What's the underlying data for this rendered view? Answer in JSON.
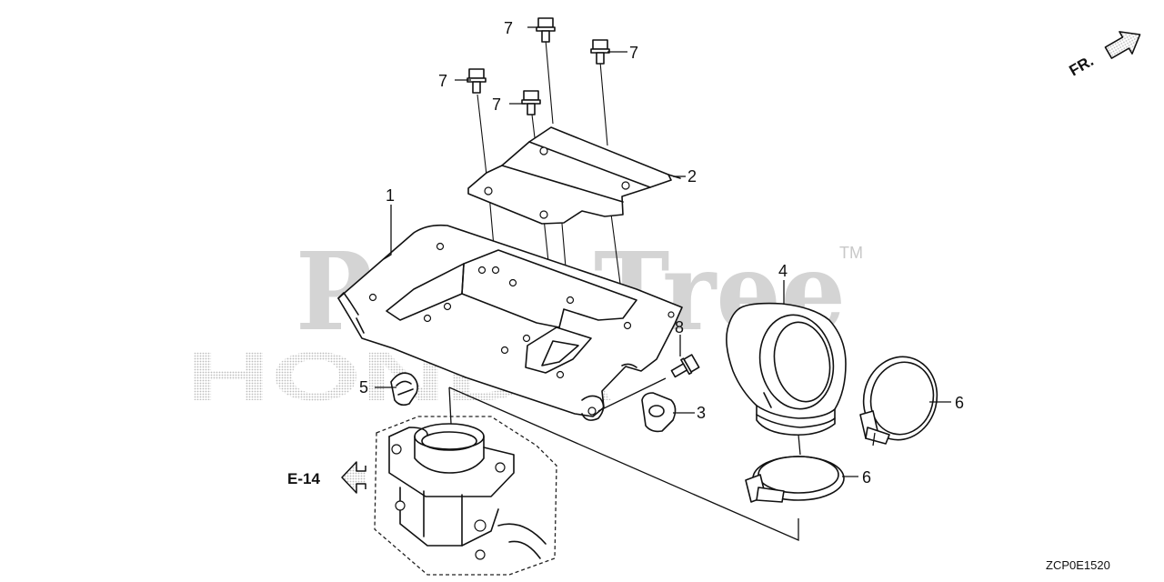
{
  "watermark": {
    "brand": "PartsTree",
    "trademark": "TM",
    "maker": "HONDA"
  },
  "orientation": {
    "label": "FR."
  },
  "reference": {
    "label": "E-14"
  },
  "diagram_code": "ZCP0E1520",
  "callouts": {
    "p1": "1",
    "p2": "2",
    "p3": "3",
    "p4": "4",
    "p5": "5",
    "p6a": "6",
    "p6b": "6",
    "p7a": "7",
    "p7b": "7",
    "p7c": "7",
    "p7d": "7",
    "p8": "8"
  }
}
